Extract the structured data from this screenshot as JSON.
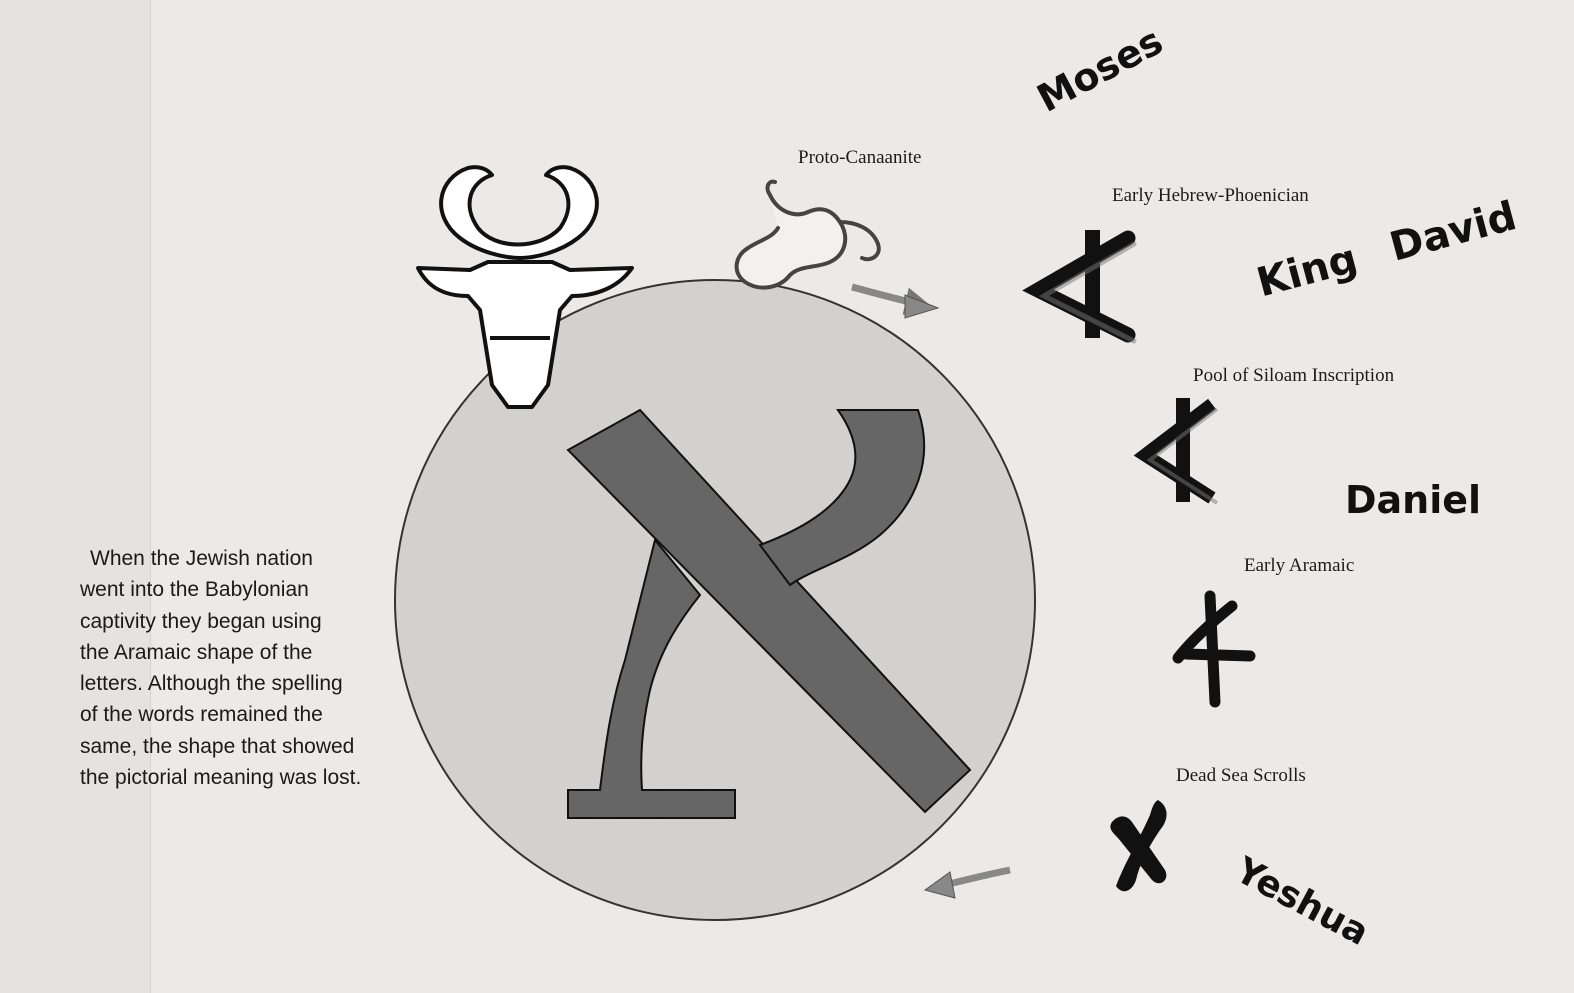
{
  "stages": {
    "proto_canaanite": "Proto-Canaanite",
    "early_hebrew_phoenician": "Early Hebrew-Phoenician",
    "pool_of_siloam": "Pool of Siloam Inscription",
    "early_aramaic": "Early Aramaic",
    "dead_sea_scrolls": "Dead Sea Scrolls"
  },
  "figures": {
    "moses": "Moses",
    "king_david": "King David",
    "daniel": "Daniel",
    "yeshua": "Yeshua"
  },
  "caption_lines": [
    "When the Jewish nation",
    "went into the Babylonian",
    "captivity they began using",
    "the Aramaic shape of the",
    "letters. Although the spelling",
    "of the words remained the",
    "same, the shape that showed",
    "the pictorial meaning was lost."
  ],
  "colors": {
    "circle_fill": "#d4d3d1",
    "letter_fill": "#666666",
    "arrow_fill": "#888888",
    "ink": "#111111"
  }
}
